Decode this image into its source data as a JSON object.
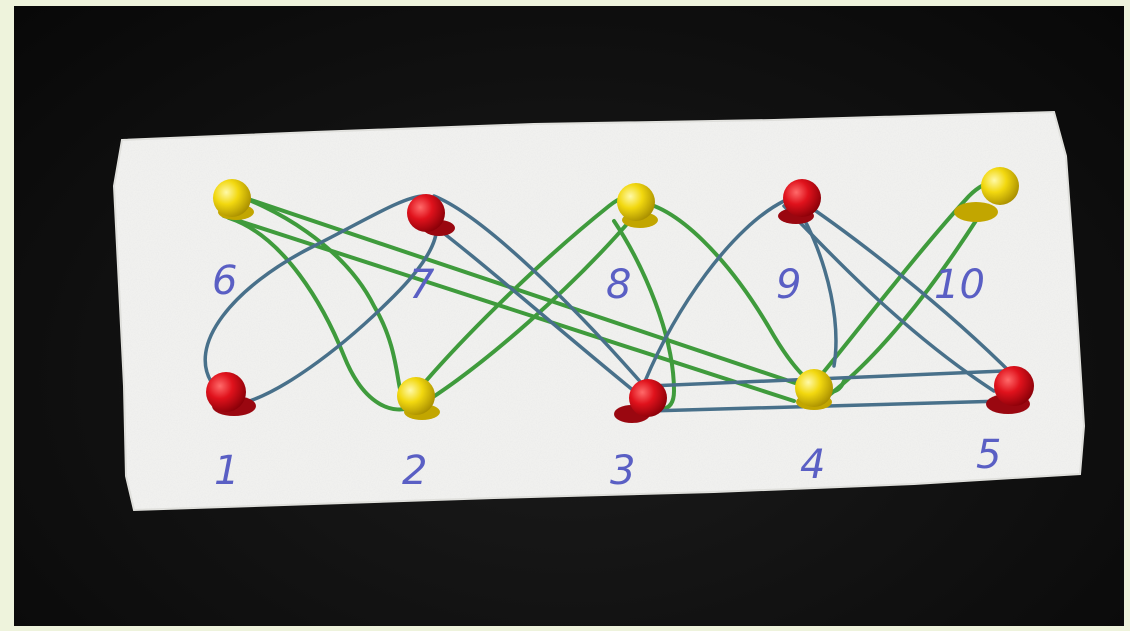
{
  "photo": {
    "subject": "pushpins-on-foam-board",
    "colors": {
      "background": "#0e0e0e",
      "foam": "#f4f4f2",
      "pin_red": "#e0121c",
      "pin_yellow": "#f2d80f",
      "band_green": "#3f9b3c",
      "band_blue": "#48708a",
      "ink": "#5a5fc4"
    }
  },
  "labels": {
    "bottom": [
      "1",
      "2",
      "3",
      "4",
      "5"
    ],
    "top": [
      "6",
      "7",
      "8",
      "9",
      "10"
    ]
  },
  "pins": {
    "bottom": [
      {
        "label": "1",
        "color": "red"
      },
      {
        "label": "2",
        "color": "yellow"
      },
      {
        "label": "3",
        "color": "red"
      },
      {
        "label": "4",
        "color": "yellow"
      },
      {
        "label": "5",
        "color": "red"
      }
    ],
    "top": [
      {
        "label": "6",
        "color": "yellow"
      },
      {
        "label": "7",
        "color": "red"
      },
      {
        "label": "8",
        "color": "yellow"
      },
      {
        "label": "9",
        "color": "red"
      },
      {
        "label": "10",
        "color": "yellow"
      }
    ]
  }
}
